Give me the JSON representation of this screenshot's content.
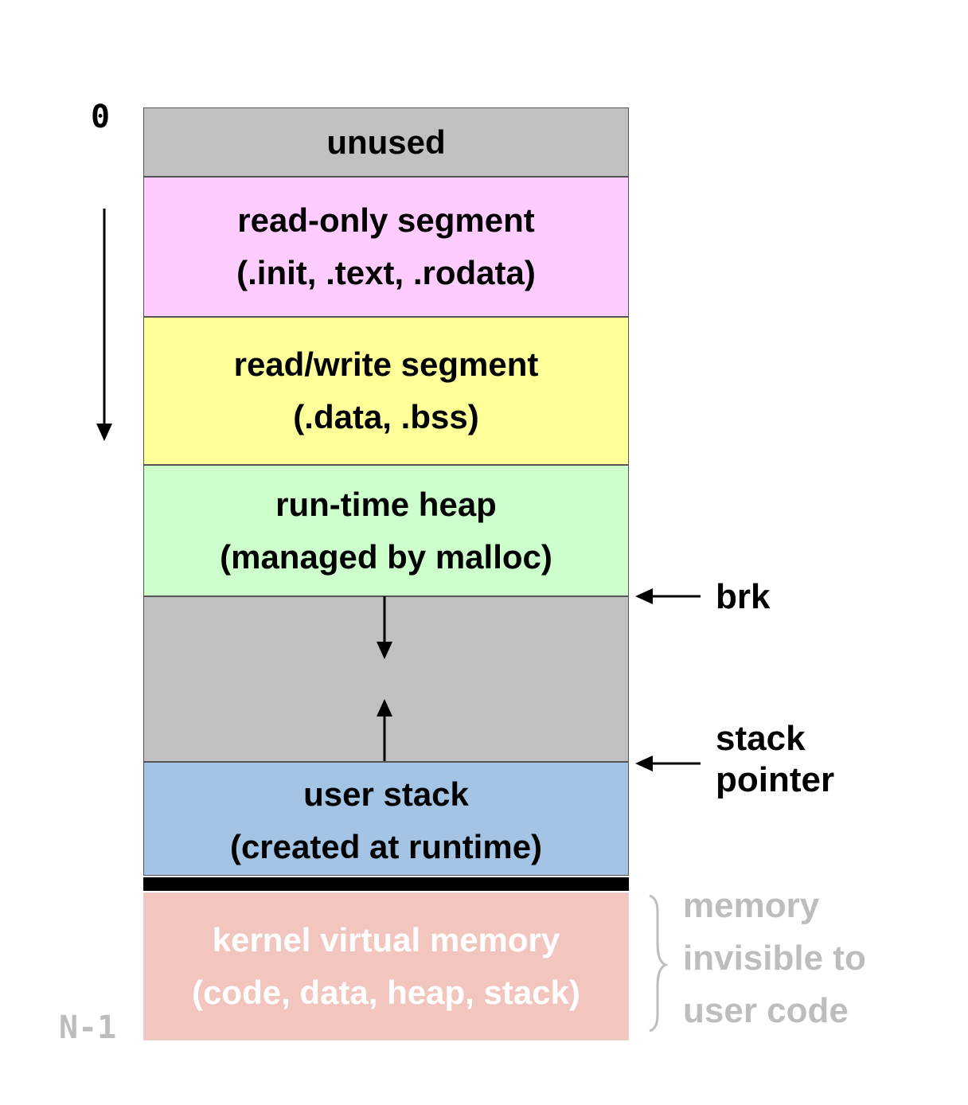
{
  "address_top": "0",
  "address_bottom": "N-1",
  "segments": {
    "unused": {
      "line1": "unused",
      "color": "#c0c0c0"
    },
    "readonly": {
      "line1": "read-only segment",
      "line2": "(.init, .text, .rodata)",
      "color": "#ffccff"
    },
    "readwrite": {
      "line1": "read/write segment",
      "line2": "(.data, .bss)",
      "color": "#ffff99"
    },
    "heap": {
      "line1": "run-time heap",
      "line2": "(managed by malloc)",
      "color": "#ccffcc"
    },
    "gap": {
      "color": "#c0c0c0"
    },
    "stack": {
      "line1": "user stack",
      "line2": "(created at runtime)",
      "color": "#a3c4e4"
    },
    "kernel": {
      "line1": "kernel virtual memory",
      "line2": "(code, data, heap, stack)",
      "color": "#f2c6be",
      "text_color": "#ffffff"
    }
  },
  "pointers": {
    "brk": "brk",
    "stack_pointer_line1": "stack",
    "stack_pointer_line2": "pointer"
  },
  "kernel_note": {
    "line1": "memory",
    "line2": "invisible to",
    "line3": "user code"
  }
}
